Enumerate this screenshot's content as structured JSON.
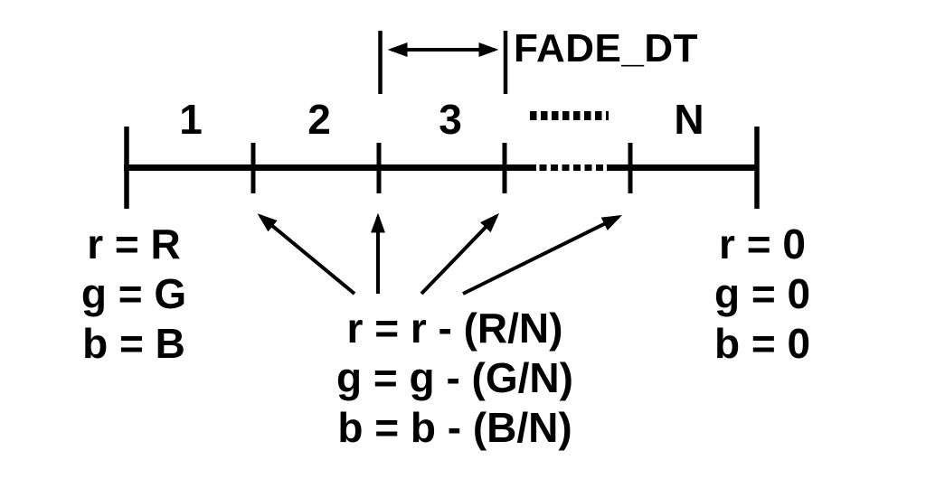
{
  "colors": {
    "ink": "#000000",
    "background": "#ffffff"
  },
  "timeline": {
    "segment_labels": [
      "1",
      "2",
      "3",
      "N"
    ],
    "interval_label": "FADE_DT"
  },
  "initial_state": {
    "lines": [
      "r = R",
      "g = G",
      "b = B"
    ]
  },
  "step_update": {
    "lines": [
      "r = r - (R/N)",
      "g = g - (G/N)",
      "b = b - (B/N)"
    ]
  },
  "final_state": {
    "lines": [
      "r = 0",
      "g = 0",
      "b = 0"
    ]
  }
}
